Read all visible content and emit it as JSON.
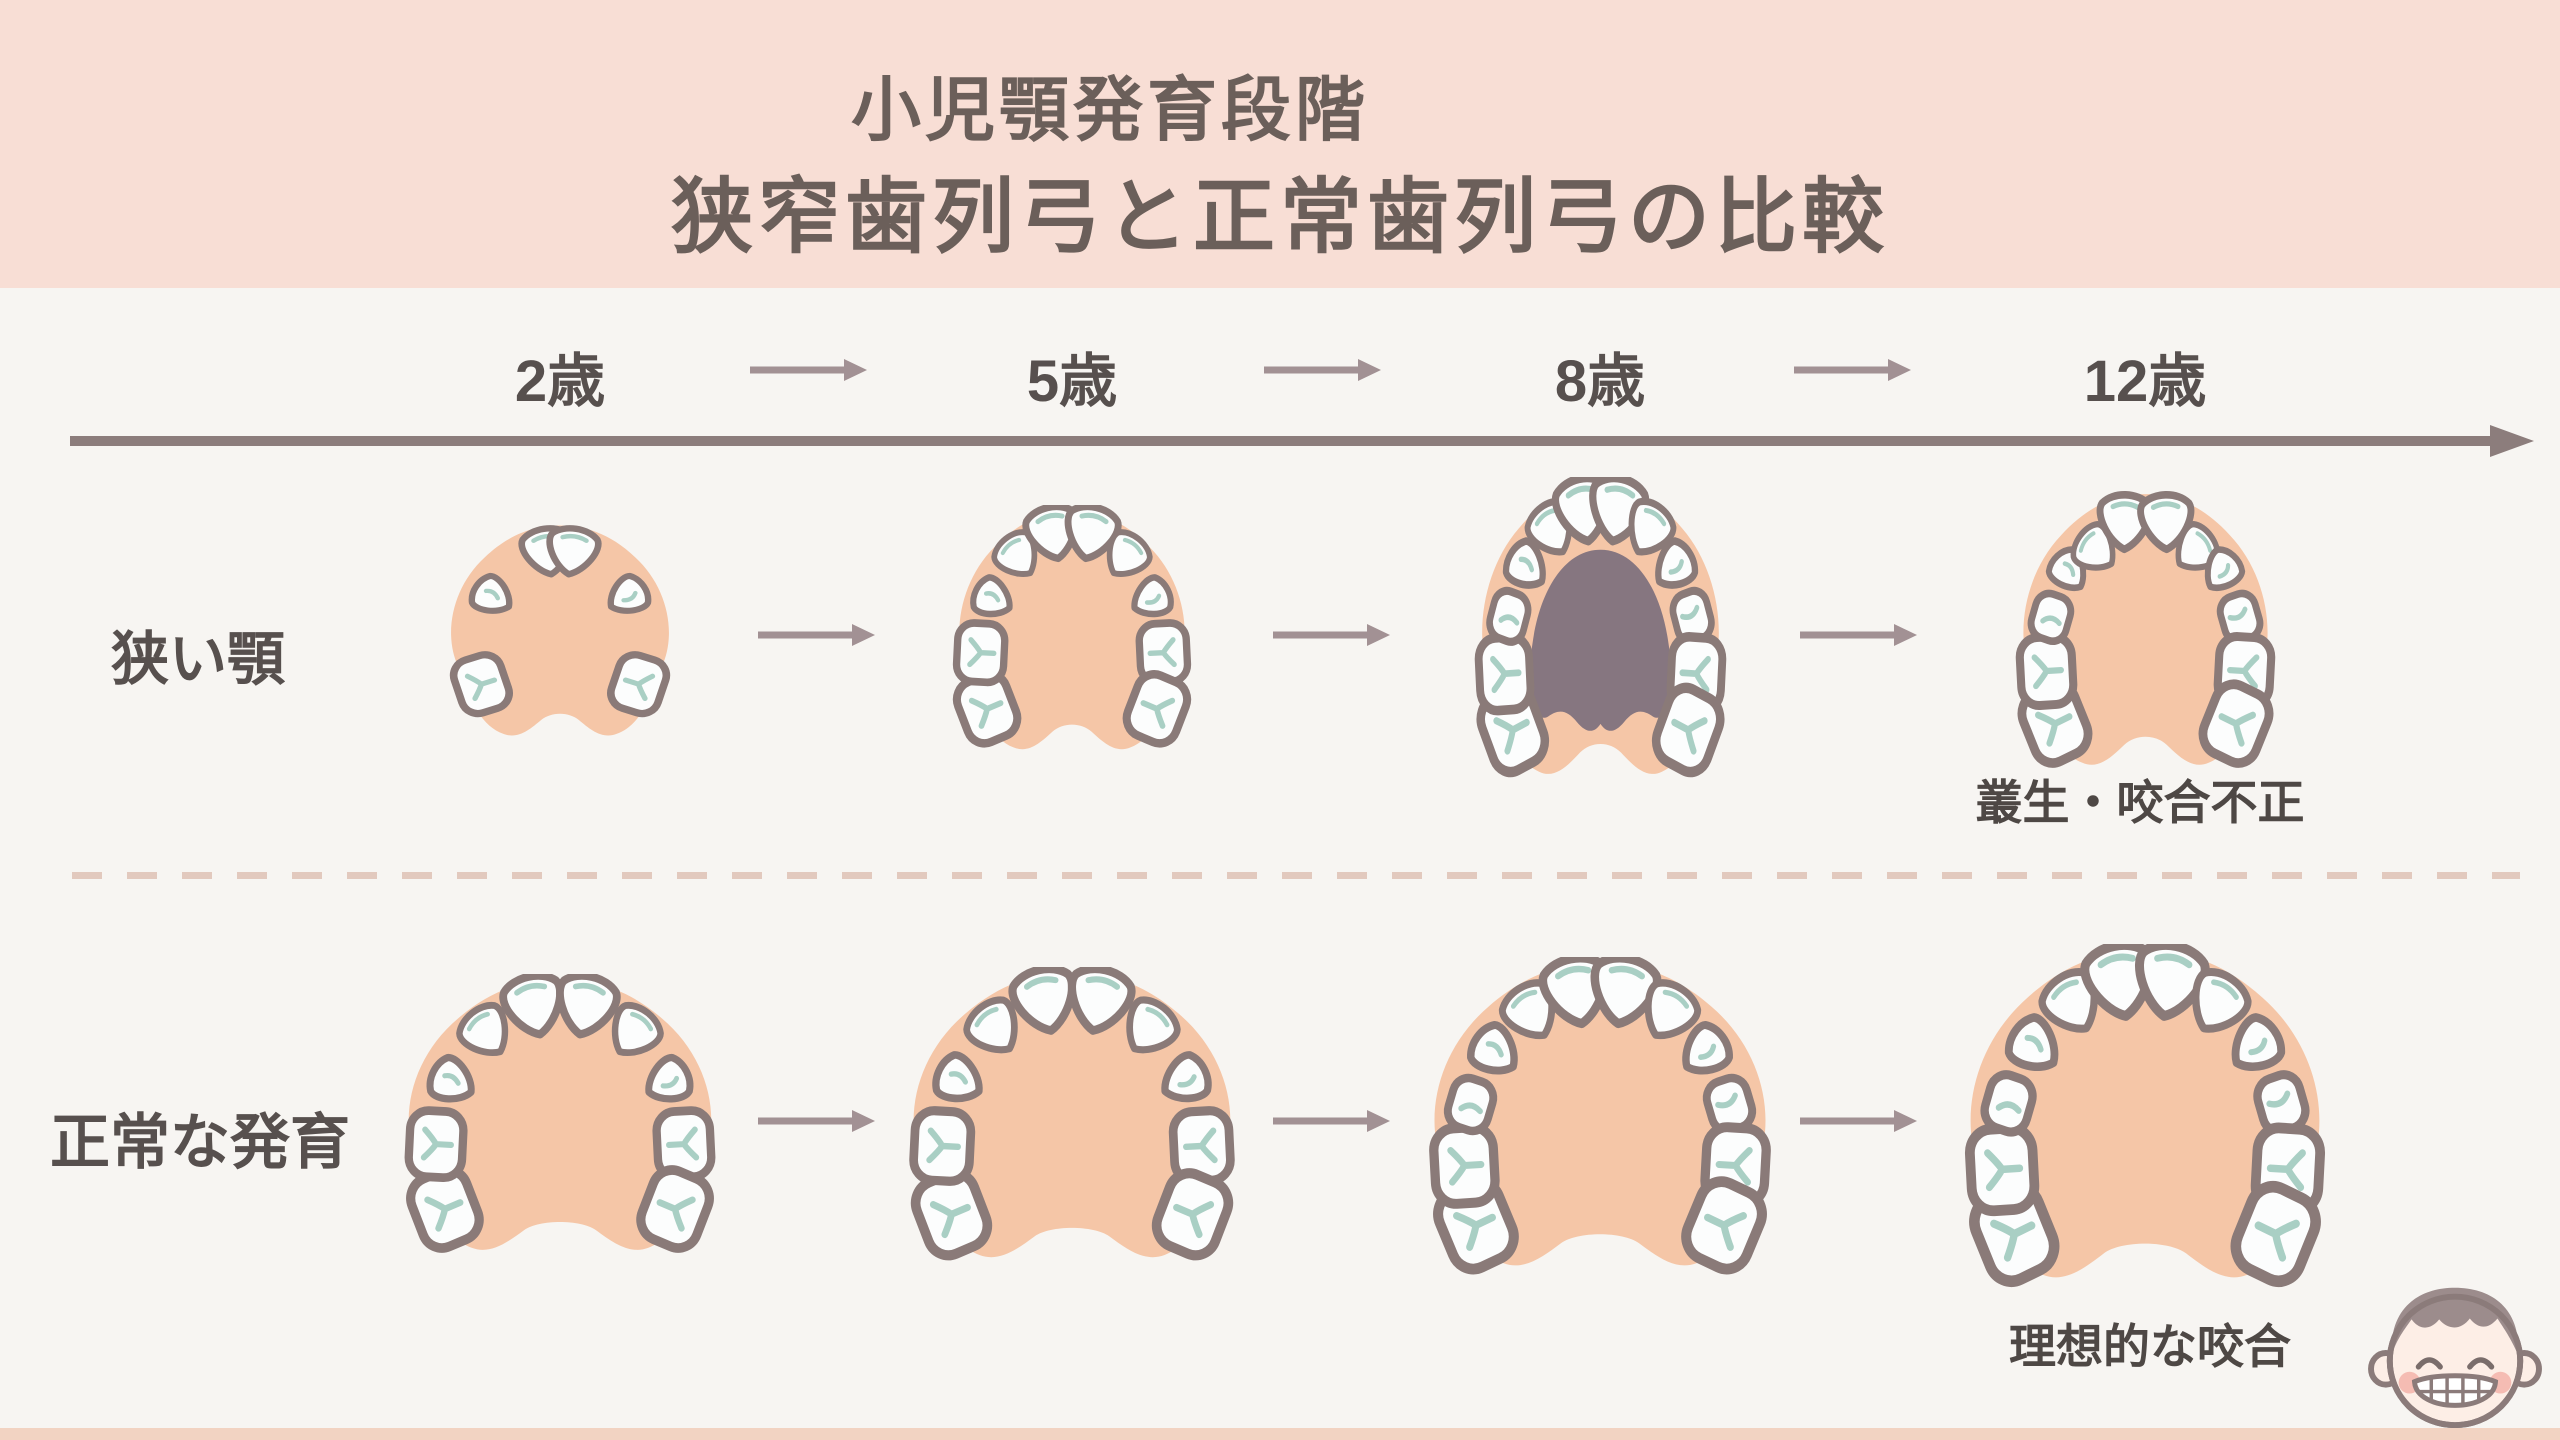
{
  "header": {
    "title_line1": "小児顎発育段階",
    "title_line2": "狭窄歯列弓と正常歯列弓の比較"
  },
  "timeline": {
    "ages": [
      "2歳",
      "5歳",
      "8歳",
      "12歳"
    ]
  },
  "rows": [
    {
      "label": "狭い顎",
      "annotation": "叢生・咬合不正",
      "arches": [
        {
          "age": "2歳",
          "teeth": 6,
          "palate_shadow": false,
          "crowded": false
        },
        {
          "age": "5歳",
          "teeth": 10,
          "palate_shadow": false,
          "crowded": false
        },
        {
          "age": "8歳",
          "teeth": 12,
          "palate_shadow": true,
          "crowded": false
        },
        {
          "age": "12歳",
          "teeth": 12,
          "palate_shadow": false,
          "crowded": true
        }
      ]
    },
    {
      "label": "正常な発育",
      "annotation": "理想的な咬合",
      "arches": [
        {
          "age": "2歳",
          "teeth": 10,
          "palate_shadow": false,
          "crowded": false
        },
        {
          "age": "5歳",
          "teeth": 10,
          "palate_shadow": false,
          "crowded": false
        },
        {
          "age": "8歳",
          "teeth": 12,
          "palate_shadow": false,
          "crowded": false
        },
        {
          "age": "12歳",
          "teeth": 12,
          "palate_shadow": false,
          "crowded": false
        }
      ]
    }
  ],
  "icons": {
    "mascot": "smiling-child-face",
    "arrow": "arrow-right",
    "axis": "timeline-axis-arrow"
  },
  "colors": {
    "header_bg": "#f8ded5",
    "body_bg": "#f7f5f2",
    "title_text": "#6b5f5a",
    "label_text": "#57504e",
    "annotation_text": "#4e4845",
    "small_arrow": "#a29194",
    "long_arrow": "#8c7d7c",
    "arch_fill": "#f5c6a7",
    "tooth_fill": "#fcfdfd",
    "tooth_outline": "#8a7a78",
    "tooth_groove": "#a9cfc4",
    "palate_shadow": "#867680",
    "divider": "#e2c9be",
    "footer_strip": "#f2d3c2",
    "mascot_hair": "#9c8c8c",
    "mascot_skin": "#fdeee6",
    "mascot_cheek": "#f5bcb3",
    "mascot_outline": "#8b7b7a"
  }
}
